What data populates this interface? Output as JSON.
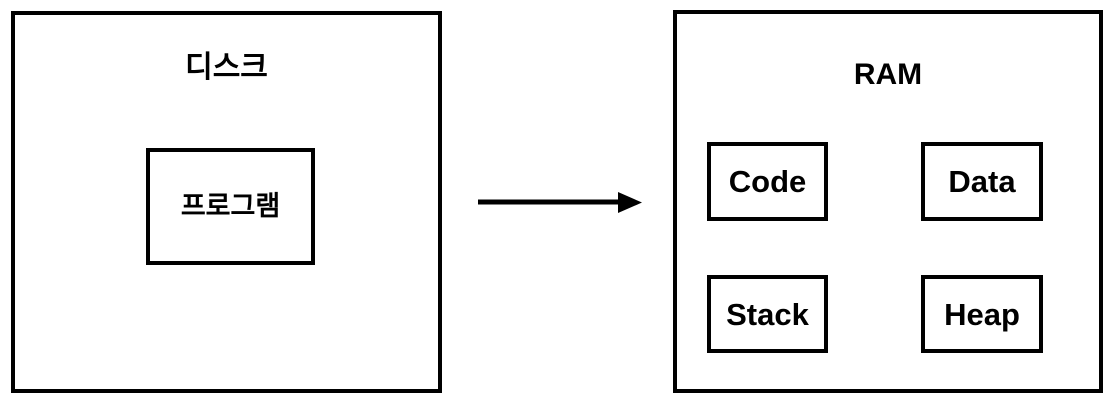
{
  "diagram": {
    "title_left": "디스크",
    "title_right": "RAM",
    "disk": {
      "label": "디스크",
      "contents": [
        {
          "label": "프로그램"
        }
      ]
    },
    "ram": {
      "label": "RAM",
      "segments": [
        {
          "label": "Code"
        },
        {
          "label": "Data"
        },
        {
          "label": "Stack"
        },
        {
          "label": "Heap"
        }
      ]
    },
    "arrow": {
      "name": "arrow-right-icon",
      "direction": "left-to-right",
      "from": "디스크",
      "to": "RAM",
      "label": ""
    },
    "colors": {
      "stroke": "#000000",
      "background": "#ffffff",
      "text": "#000000"
    }
  }
}
